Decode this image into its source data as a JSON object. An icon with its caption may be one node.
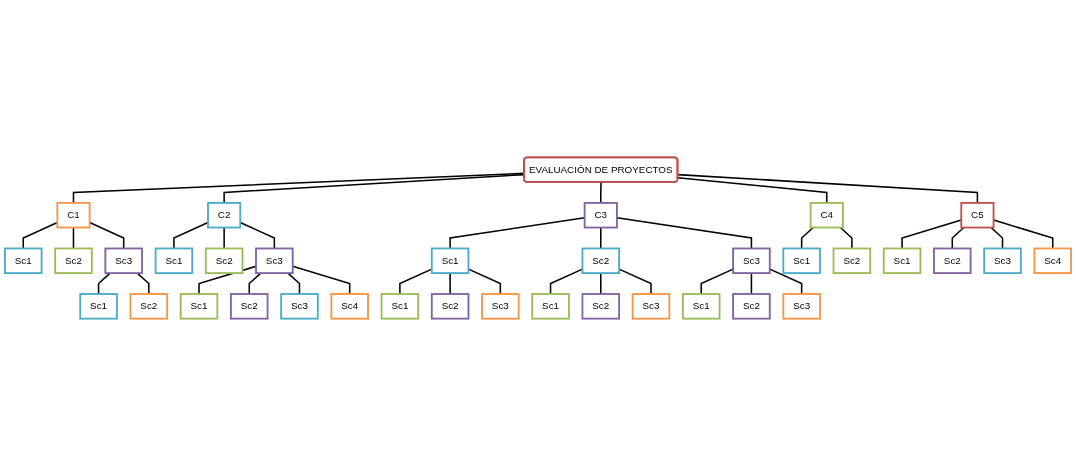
{
  "diagram": {
    "nodes": [
      {
        "text": [
          "EVALUACIÓN DE PROYECTOS"
        ]
      },
      {
        "text": [
          "C1"
        ]
      },
      {
        "text": [
          "Sc1"
        ]
      },
      {
        "text": [
          "Sc2"
        ]
      },
      {
        "text": [
          "Sc3"
        ]
      },
      {
        "text": [
          "Sc1"
        ]
      },
      {
        "text": [
          "Sc2"
        ]
      },
      {
        "text": [
          "C2"
        ]
      },
      {
        "text": [
          "Sc1"
        ]
      },
      {
        "text": [
          "Sc2"
        ]
      },
      {
        "text": [
          "Sc3"
        ]
      },
      {
        "text": [
          "Sc1"
        ]
      },
      {
        "text": [
          "Sc2"
        ]
      },
      {
        "text": [
          "Sc3"
        ]
      },
      {
        "text": [
          "Sc4"
        ]
      },
      {
        "text": [
          "C3"
        ]
      },
      {
        "text": [
          "Sc1"
        ]
      },
      {
        "text": [
          "Sc1"
        ]
      },
      {
        "text": [
          "Sc2"
        ]
      },
      {
        "text": [
          "Sc3"
        ]
      },
      {
        "text": [
          "Sc2"
        ]
      },
      {
        "text": [
          "Sc1"
        ]
      },
      {
        "text": [
          "Sc2"
        ]
      },
      {
        "text": [
          "Sc3"
        ]
      },
      {
        "text": [
          "Sc3"
        ]
      },
      {
        "text": [
          "Sc1"
        ]
      },
      {
        "text": [
          "Sc2"
        ]
      },
      {
        "text": [
          "Sc3"
        ]
      },
      {
        "text": [
          "C4"
        ]
      },
      {
        "text": [
          "Sc1"
        ]
      },
      {
        "text": [
          "Sc2"
        ]
      },
      {
        "text": [
          "C5"
        ]
      },
      {
        "text": [
          "Sc1"
        ]
      },
      {
        "text": [
          "Sc2"
        ]
      },
      {
        "text": [
          "Sc3"
        ]
      },
      {
        "text": [
          "Sc4"
        ]
      }
    ],
    "edges": [
      {
        "from": 0,
        "to": 1,
        "arrow": "none"
      },
      {
        "from": 0,
        "to": 7,
        "arrow": "none"
      },
      {
        "from": 0,
        "to": 15,
        "arrow": "none"
      },
      {
        "from": 0,
        "to": 28,
        "arrow": "none"
      },
      {
        "from": 0,
        "to": 31,
        "arrow": "none"
      },
      {
        "from": 1,
        "to": 2,
        "arrow": "none"
      },
      {
        "from": 1,
        "to": 3,
        "arrow": "none"
      },
      {
        "from": 1,
        "to": 4,
        "arrow": "none"
      },
      {
        "from": 4,
        "to": 5,
        "arrow": "none"
      },
      {
        "from": 4,
        "to": 6,
        "arrow": "none"
      },
      {
        "from": 7,
        "to": 8,
        "arrow": "none"
      },
      {
        "from": 7,
        "to": 9,
        "arrow": "none"
      },
      {
        "from": 7,
        "to": 10,
        "arrow": "none"
      },
      {
        "from": 10,
        "to": 11,
        "arrow": "none"
      },
      {
        "from": 10,
        "to": 12,
        "arrow": "none"
      },
      {
        "from": 10,
        "to": 13,
        "arrow": "none"
      },
      {
        "from": 10,
        "to": 14,
        "arrow": "none"
      },
      {
        "from": 15,
        "to": 16,
        "arrow": "none"
      },
      {
        "from": 15,
        "to": 20,
        "arrow": "none"
      },
      {
        "from": 15,
        "to": 24,
        "arrow": "none"
      },
      {
        "from": 16,
        "to": 17,
        "arrow": "none"
      },
      {
        "from": 16,
        "to": 18,
        "arrow": "none"
      },
      {
        "from": 16,
        "to": 19,
        "arrow": "none"
      },
      {
        "from": 20,
        "to": 21,
        "arrow": "none"
      },
      {
        "from": 20,
        "to": 22,
        "arrow": "none"
      },
      {
        "from": 20,
        "to": 23,
        "arrow": "none"
      },
      {
        "from": 24,
        "to": 25,
        "arrow": "none"
      },
      {
        "from": 24,
        "to": 26,
        "arrow": "none"
      },
      {
        "from": 24,
        "to": 27,
        "arrow": "none"
      },
      {
        "from": 28,
        "to": 29,
        "arrow": "none"
      },
      {
        "from": 28,
        "to": 30,
        "arrow": "none"
      },
      {
        "from": 31,
        "to": 32,
        "arrow": "none"
      },
      {
        "from": 31,
        "to": 33,
        "arrow": "none"
      },
      {
        "from": 31,
        "to": 34,
        "arrow": "none"
      },
      {
        "from": 31,
        "to": 35,
        "arrow": "none"
      }
    ]
  }
}
